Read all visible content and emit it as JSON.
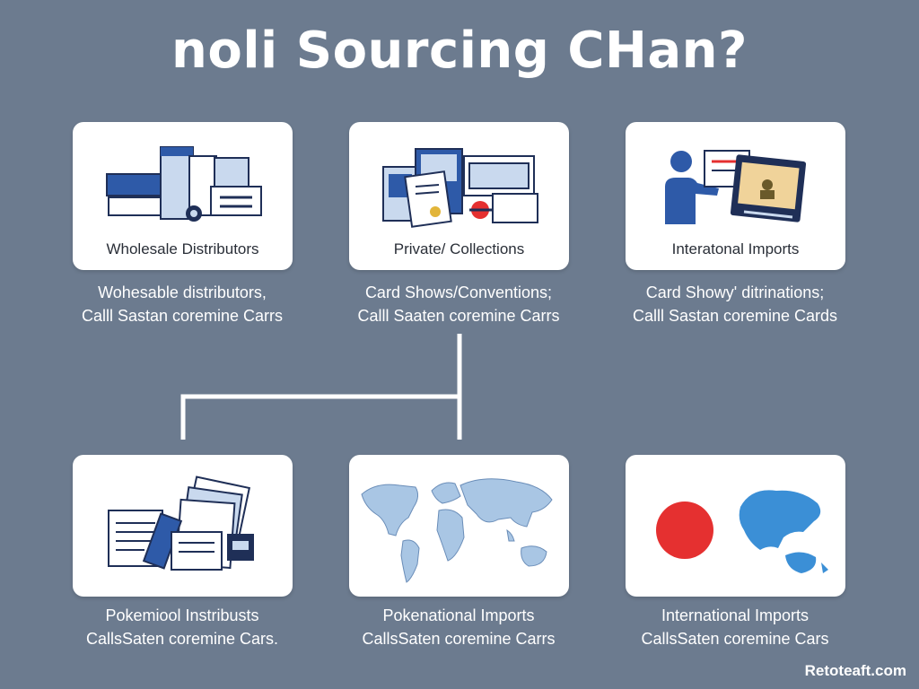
{
  "title": "noli Sourcing CHan?",
  "top_cards": [
    {
      "label": "Wholesale Distributors",
      "icon": "warehouse-boxes-icon",
      "caption_1": "Wohesable distributors,",
      "caption_2": "Calll Sastan coremine Carrs"
    },
    {
      "label": "Private/ Collections",
      "icon": "card-binder-icon",
      "caption_1": "Card Shows/Conventions;",
      "caption_2": "Calll Saaten coremine Carrs"
    },
    {
      "label": "Interatonal Imports",
      "icon": "person-presenting-screen-icon",
      "caption_1": "Card Showy' ditrinations;",
      "caption_2": "Calll Sastan coremine Cards"
    }
  ],
  "bottom_cards": [
    {
      "label": "",
      "icon": "stacked-documents-icon",
      "caption_1": "Pokemiool Instribusts",
      "caption_2": "CallsSaten coremine Cars."
    },
    {
      "label": "",
      "icon": "world-map-icon",
      "caption_1": "Pokenational Imports",
      "caption_2": "CallsSaten coremine Carrs"
    },
    {
      "label": "",
      "icon": "japan-flag-and-globe-icon",
      "caption_1": "International Imports",
      "caption_2": "CallsSaten coremine Cars"
    }
  ],
  "watermark": "Retoteaft.com",
  "colors": {
    "background": "#6c7b8f",
    "card": "#ffffff",
    "icon_blue": "#2e5aa8",
    "icon_navy": "#1f2f57",
    "icon_light": "#c9d9ee",
    "map_blue": "#a9c6e4",
    "accent_red": "#e53030"
  }
}
